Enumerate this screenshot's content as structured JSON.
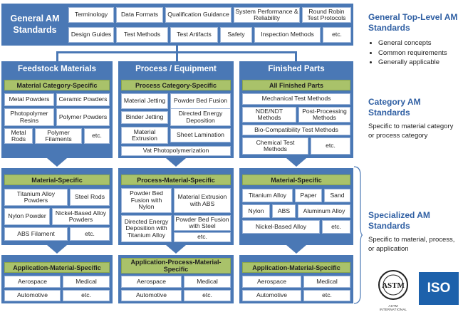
{
  "general": {
    "title": "General AM Standards",
    "items": [
      "Terminology",
      "Data Formats",
      "Qualification Guidance",
      "System Performance & Reliability",
      "Round Robin Test Protocols",
      "Design Guides",
      "Test Methods",
      "Test Artifacts",
      "Safety",
      "Inspection Methods",
      "etc."
    ]
  },
  "columns": [
    {
      "header": "Feedstock Materials",
      "category_title": "Material Category-Specific",
      "category_items": [
        "Metal Powders",
        "Ceramic Powders",
        "Photopolymer Resins",
        "Polymer Powders",
        "Metal Rods",
        "Polymer Filaments",
        "etc."
      ],
      "specific_title": "Material-Specific",
      "specific_items": [
        "Titanium Alloy Powders",
        "Steel Rods",
        "Nylon Powder",
        "Nickel-Based Alloy Powders",
        "ABS Filament",
        "etc."
      ],
      "app_title": "Application-Material-Specific",
      "app_items": [
        "Aerospace",
        "Medical",
        "Automotive",
        "etc."
      ]
    },
    {
      "header": "Process / Equipment",
      "category_title": "Process Category-Specific",
      "category_items": [
        "Material Jetting",
        "Powder Bed Fusion",
        "Binder Jetting",
        "Directed Energy Deposition",
        "Material Extrusion",
        "Sheet Lamination",
        "Vat Photopolymerization"
      ],
      "specific_title": "Process-Material-Specific",
      "specific_items": [
        "Powder Bed Fusion with Nylon",
        "Material Extrusion with ABS",
        "Directed Energy Deposition with Titanium Alloy",
        "Powder Bed Fusion with Steel",
        "etc."
      ],
      "app_title": "Application-Process-Material-Specific",
      "app_items": [
        "Aerospace",
        "Medical",
        "Automotive",
        "etc."
      ]
    },
    {
      "header": "Finished Parts",
      "category_title": "All Finished Parts",
      "category_items": [
        "Mechanical Test Methods",
        "NDE/NDT Methods",
        "Post-Processing Methods",
        "Bio-Compatibility Test Methods",
        "Chemical Test Methods",
        "etc."
      ],
      "specific_title": "Material-Specific",
      "specific_items": [
        "Titanium Alloy",
        "Paper",
        "Sand",
        "Nylon",
        "ABS",
        "Aluminum Alloy",
        "Nickel-Based Alloy",
        "etc."
      ],
      "app_title": "Application-Material-Specific",
      "app_items": [
        "Aerospace",
        "Medical",
        "Automotive",
        "etc."
      ]
    }
  ],
  "right": {
    "top_title": "General Top-Level AM Standards",
    "top_bullets": [
      "General concepts",
      "Common requirements",
      "Generally applicable"
    ],
    "cat_title": "Category AM Standards",
    "cat_text": "Specific to material category or process category",
    "spec_title": "Specialized AM Standards",
    "spec_text": "Specific to material, process, or application"
  },
  "logos": {
    "astm": "ASTM",
    "astm_caption": "ASTM INTERNATIONAL",
    "iso": "ISO"
  }
}
